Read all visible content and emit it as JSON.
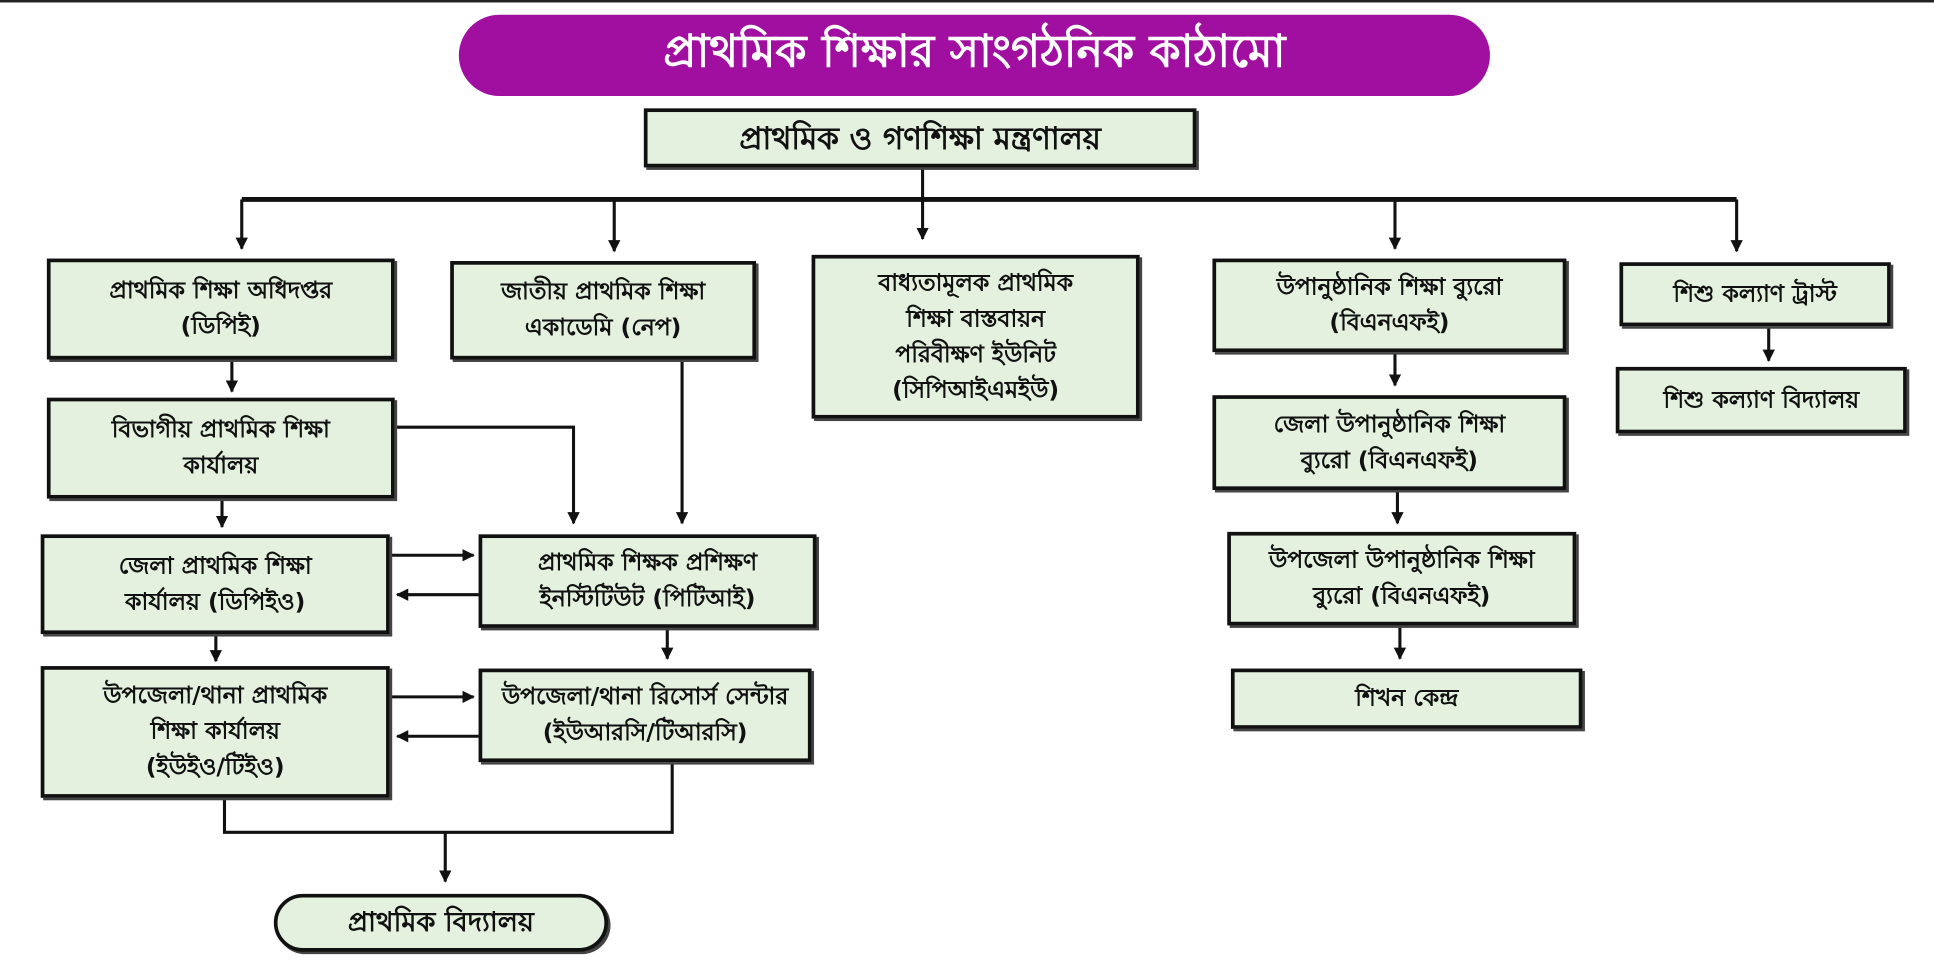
{
  "title": "প্রাথমিক শিক্ষার সাংগঠনিক কাঠামো",
  "ministry": [
    "প্রাথমিক ও গণশিক্ষা মন্ত্রণালয়"
  ],
  "dpe": [
    "প্রাথমিক শিক্ষা অধিদপ্তর",
    "(ডিপিই)"
  ],
  "nape": [
    "জাতীয় প্রাথমিক শিক্ষা",
    "একাডেমি (নেপ)"
  ],
  "cpeimu": [
    "বাধ্যতামূলক প্রাথমিক",
    "শিক্ষা বাস্তবায়ন",
    "পরিবীক্ষণ ইউনিট",
    "(সিপিআইএমইউ)"
  ],
  "bnfe": [
    "উপানুষ্ঠানিক শিক্ষা ব্যুরো",
    "(বিএনএফই)"
  ],
  "trust": [
    "শিশু কল্যাণ ট্রাস্ট"
  ],
  "divisional": [
    "বিভাগীয় প্রাথমিক শিক্ষা",
    "কার্যালয়"
  ],
  "dpeo": [
    "জেলা প্রাথমিক শিক্ষা",
    "কার্যালয় (ডিপিইও)"
  ],
  "pti": [
    "প্রাথমিক শিক্ষক প্রশিক্ষণ",
    "ইনস্টিটিউট (পিটিআই)"
  ],
  "upazila_office": [
    "উপজেলা/থানা প্রাথমিক",
    "শিক্ষা কার্যালয়",
    "(ইউইও/টিইও)"
  ],
  "urc": [
    "উপজেলা/থানা রিসোর্স সেন্টার",
    "(ইউআরসি/টিআরসি)"
  ],
  "primary_school": [
    "প্রাথমিক বিদ্যালয়"
  ],
  "district_bnfe": [
    "জেলা উপানুষ্ঠানিক শিক্ষা",
    "ব্যুরো (বিএনএফই)"
  ],
  "upazila_bnfe": [
    "উপজেলা উপানুষ্ঠানিক শিক্ষা",
    "ব্যুরো (বিএনএফই)"
  ],
  "learning_center": [
    "শিখন কেন্দ্র"
  ],
  "trust_school": [
    "শিশু কল্যাণ বিদ্যালয়"
  ],
  "colors": {
    "title_bg": "#a00fa0",
    "box_bg": "#e4f1df",
    "line": "#111111"
  }
}
